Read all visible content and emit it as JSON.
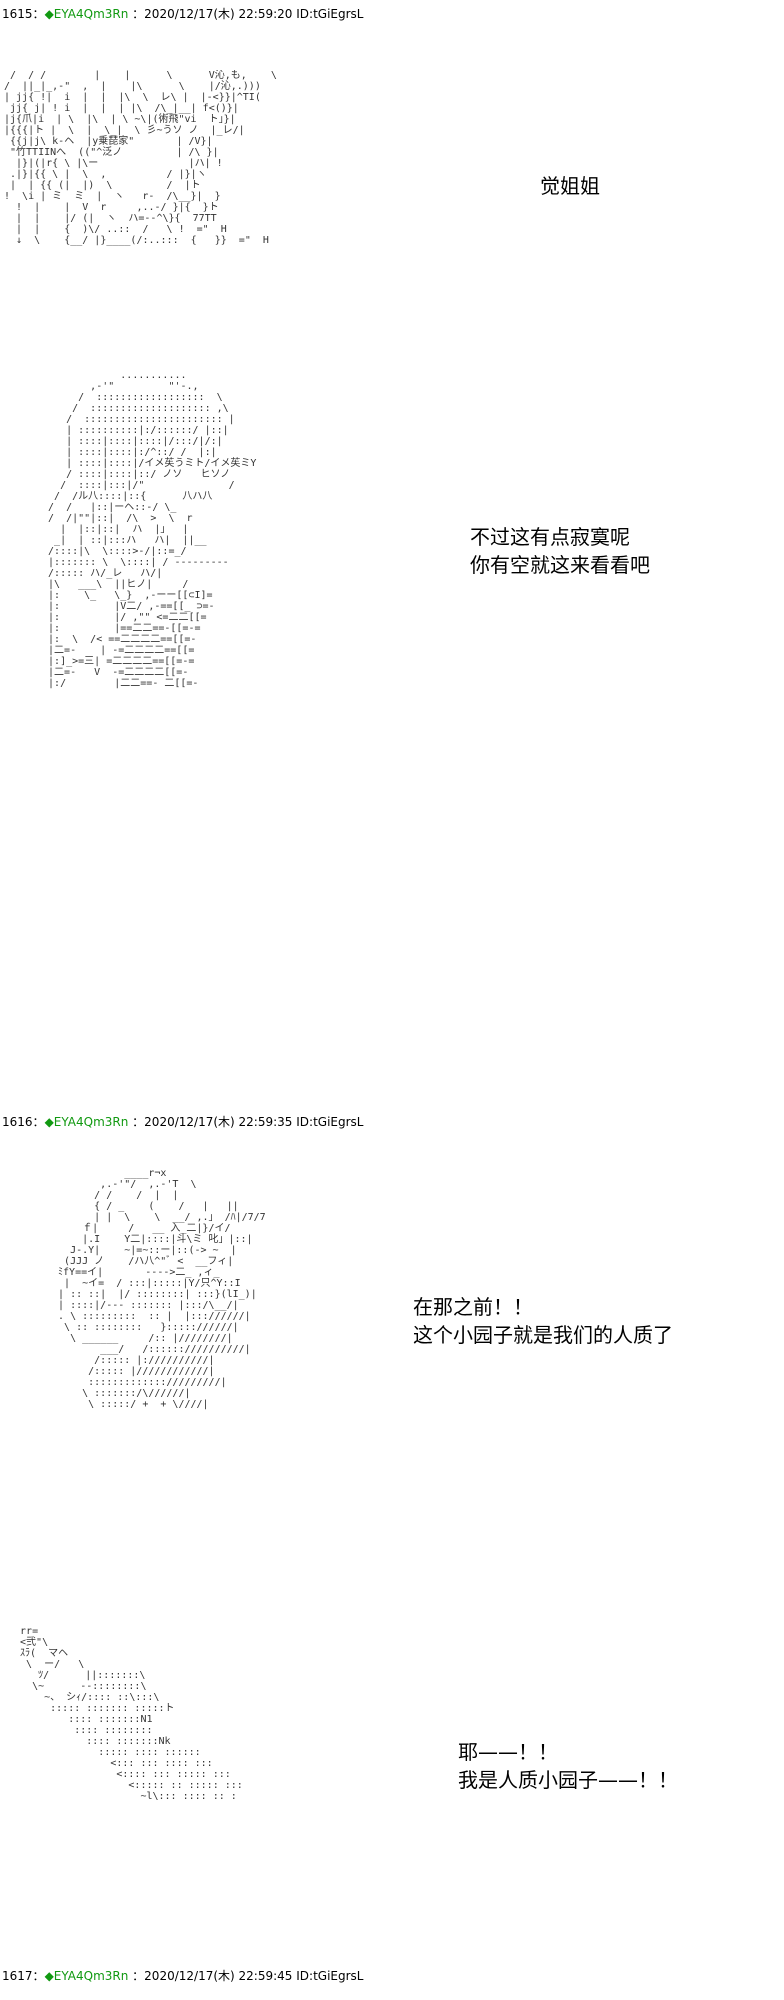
{
  "posts": [
    {
      "number": "1615",
      "sep": "：",
      "trip_mark": "◆",
      "trip": "EYA4Qm3Rn",
      "datetime": "：2020/12/17(木) 22:59:20",
      "id": "ID:tGiEgrsL",
      "captions": [
        "觉姐姐"
      ]
    },
    {
      "number": "",
      "captions": [
        "不过这有点寂寞呢",
        "你有空就这来看看吧"
      ]
    },
    {
      "number": "1616",
      "sep": "：",
      "trip_mark": "◆",
      "trip": "EYA4Qm3Rn",
      "datetime": "：2020/12/17(木) 22:59:35",
      "id": "ID:tGiEgrsL",
      "captions": [
        "在那之前！！",
        "这个小园子就是我们的人质了"
      ]
    },
    {
      "number": "",
      "captions": [
        "耶——！！",
        "我是人质小园子——！！"
      ]
    },
    {
      "number": "1617",
      "sep": "：",
      "trip_mark": "◆",
      "trip": "EYA4Qm3Rn",
      "datetime": "：2020/12/17(木) 22:59:45",
      "id": "ID:tGiEgrsL",
      "captions": []
    }
  ],
  "art": [
    " /  / /        |    |      \\      V沁,も,    \\\n/  ||_|_,-\"  ,  |    |\\      \\    |/沁,.)))\n| jj{ !|  i  |  |  |\\  \\  レ\\ |  |-<}}|^TI(\n jj{ j| ! i  |  |  | |\\  /\\_|__| f<()}|\n|j{爪|i  | \\  |\\  | \\ ~\\|(術飛\"vi  ト」}|\n|{{{|ト |  \\  |  \\_|  \\ 彡~うソ ノ  |_レ/|\n {{j|j\\ k-ヘ  |y乗琵家\"       | /V}|\n \"竹TTIINへ  ((\"^泛ノ         | /\\ }|\n  |}|(|r{ \\ |\\ー               |ハ| !\n .|}|{{ \\ |  \\  ,          / |}|ヽ\n |  | {{ (|  |)  \\         /  |ト\n!  \\i | ミ  ミ  |  ヽ   r-  /\\__}|  }\n  !  |    |  V  r     ,..-/ }|{  }ト\n  |  |    |/ (|  ヽ  ハ=--^\\}{  77TT\n  |  |    {  )\\/ ..::  /   \\ !  =\"  H\n  ↓  \\    {__/ |}____(/:..:::  {   }}  =\"  H",
    "              ...........\n         ,-'\"         \"'-.,\n       /  ::::::::::::::::::  \\\n      /  :::::::::::::::::::: ,\\\n     /  ::::::::::::::::::::::: |\n     | ::::::::::|:/::::::/ |::|\n     | ::::|::::|::::|/:::/|/:|\n     | ::::|::::|:/^::/ /  |:|\n     | ::::|::::|/イメ苵うミト/イメ苵ミY\n     / ::::|::::|::/ ノソ   ヒソノ\n    /  ::::|:::|/\"              /\n   /  /ル八::::|::{      八ハ八\n  /  /   |::|ーヘ::-/ \\_\n  /  /|\"\"|::|  /\\  >  \\  r\n    |  |::|::|  ハ  |」  |\n   _|  | ::|:::ハ   ハ|  ||__\n  /::::|\\  \\::::>-/|::=_/\n  |::::::: \\  \\::::| / ---------\n  /::::: ハ/_レ   ハ/|\n  |\\   ___\\  ||ヒノ|     /\n  |:    \\_   \\_}  ,-ーー[[⊂I]=\n  |:         |V二/ ,-==[[_ ⊃=-\n  |:         |/ ,\"\" <=二二[[=\n  |:         |==二二==-[[=-=\n  |:  \\  /< ==二二二二==[[=-\n  |二=-    | -=二二二二==[[=\n  |:]_>=三| =二二二二==[[=-=\n  |二=-   V  -=二二二二[[=-\n  |:/        |二二==- 二[[=-",
    "             ____r¬x\n         ,.-'\"/  ,.-'T  \\\n        / /    /  |  |\n        { / _    (    /   |   ||\n        | |  \\    \\  __/ ,.」 /ﾊ|/7/7\n      ｆ|     /   __ 入_二|}/イ/\n      |.I    Y二|::::|斗\\ミ 叱」|::|\n    J-.Y|    ~|=~::ー|::(-> ~  |\n   (JJJ ノ    /ハ八^\"ﾞ <  __フィ|\n  ﾐfY==イ|       ---->二_ ,ィ_\n   |  ~イ=  / :::|:::::|Y/只^Y::I\n  | :: ::|  |/ ::::::::| :::}(lI_)|\n  | ::::|/--- ::::::: |:::/\\__/|\n  . \\ :::::::::  :: |  |::://////|\n   \\ :: ::::::::   }::::://////|\n    \\ ______     /:: |////////|\n         ___/   /:::::://////////|\n        /::::: |://////////|\n       /::::: |////////////|\n       ::::::::::::://///////|\n      \\ :::::::/\\//////|\n       \\ :::::/ +  + \\////|",
    "  rr=\n  <弐\"\\\n  ｽﾗ(  マヘ\n   \\  ー/   \\\n     ﾂ/      ||:::::::\\\n    \\~      --::::::::\\\n      ~、 シｨ/:::: ::\\:::\\\n       ::::: ::::::: :::::ト\n          :::: :::::::N1\n           :::: ::::::::\n             :::: :::::::Nk\n               ::::: :::: ::::::\n                 <::: ::: :::: :::\n                  <:::: ::: ::::: :::\n                    <::::: :: ::::: :::\n                      ~l\\::: :::: :: :"
  ]
}
